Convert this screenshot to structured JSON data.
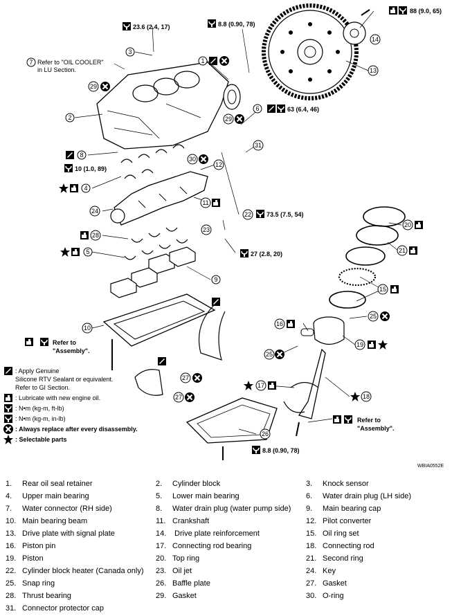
{
  "diagram": {
    "figure_code": "WBIA0552E",
    "callouts": {
      "c1": "1",
      "c2": "2",
      "c3": "3",
      "c4": "4",
      "c5": "5",
      "c6": "6",
      "c7": "7",
      "c8": "8",
      "c9": "9",
      "c10": "10",
      "c11": "11",
      "c12": "12",
      "c13": "13",
      "c14": "14",
      "c15": "15",
      "c16": "16",
      "c17": "17",
      "c18": "18",
      "c19": "19",
      "c20": "20",
      "c21": "21",
      "c22": "22",
      "c23": "23",
      "c24": "24",
      "c25a": "25",
      "c25b": "25",
      "c26": "26",
      "c27a": "27",
      "c27b": "27",
      "c28": "28",
      "c29a": "29",
      "c29b": "29",
      "c30": "30",
      "c31": "31"
    },
    "torques": {
      "t88": "88 (9.0, 65)",
      "t236": "23.6 (2.4, 17)",
      "t88b": "8.8 (0.90, 78)",
      "t63": "63 (6.4, 46)",
      "t10": "10 (1.0, 89)",
      "t735": "73.5 (7.5, 54)",
      "t27": "27 (2.8, 20)",
      "t88c": "8.8 (0.90, 78)"
    },
    "notes": {
      "oil_cooler_1": "Refer to \"OIL COOLER\"",
      "oil_cooler_2": "in LU Section.",
      "assembly1_1": "Refer to",
      "assembly1_2": "\"Assembly\".",
      "assembly2_1": "Refer to",
      "assembly2_2": "\"Assembly\"."
    }
  },
  "legend": [
    {
      "icon": "sealant-icon",
      "text": ": Apply Genuine\nSilicone RTV Sealant or equivalent.\nRefer to GI Section."
    },
    {
      "icon": "oil-can-icon",
      "text": ": Lubricate with new engine oil."
    },
    {
      "icon": "torque-wrench-icon",
      "text": ": N•m (kg-m, ft-lb)"
    },
    {
      "icon": "torque-wrench-small-icon",
      "text": ": N•m (kg-m, in-lb)"
    },
    {
      "icon": "replace-icon",
      "text": ": Always replace after every disassembly."
    },
    {
      "icon": "star-icon",
      "text": ": Selectable parts"
    }
  ],
  "parts": [
    {
      "n": "1.",
      "name": "Rear oil seal retainer"
    },
    {
      "n": "2.",
      "name": "Cylinder block"
    },
    {
      "n": "3.",
      "name": "Knock sensor"
    },
    {
      "n": "4.",
      "name": "Upper main bearing"
    },
    {
      "n": "5.",
      "name": "Lower main bearing"
    },
    {
      "n": "6.",
      "name": "Water drain plug (LH side)"
    },
    {
      "n": "7.",
      "name": "Water connector (RH side)"
    },
    {
      "n": "8.",
      "name": "Water drain plug (water pump side)"
    },
    {
      "n": "9.",
      "name": "Main bearing cap"
    },
    {
      "n": "10.",
      "name": "Main bearing beam"
    },
    {
      "n": "11.",
      "name": "Crankshaft"
    },
    {
      "n": "12.",
      "name": "Pilot converter"
    },
    {
      "n": "13.",
      "name": "Drive plate with signal plate"
    },
    {
      "n": "14.",
      "name": " Drive plate reinforcement"
    },
    {
      "n": "15.",
      "name": "Oil ring set"
    },
    {
      "n": "16.",
      "name": "Piston pin"
    },
    {
      "n": "17.",
      "name": "Connecting rod bearing"
    },
    {
      "n": "18.",
      "name": "Connecting rod"
    },
    {
      "n": "19.",
      "name": "Piston"
    },
    {
      "n": "20.",
      "name": "Top ring"
    },
    {
      "n": "21.",
      "name": "Second ring"
    },
    {
      "n": "22.",
      "name": "Cylinder block heater (Canada only)"
    },
    {
      "n": "23.",
      "name": "Oil jet"
    },
    {
      "n": "24.",
      "name": "Key"
    },
    {
      "n": "25.",
      "name": "Snap ring"
    },
    {
      "n": "26.",
      "name": "Baffle plate"
    },
    {
      "n": "27.",
      "name": "Gasket"
    },
    {
      "n": "28.",
      "name": "Thrust bearing"
    },
    {
      "n": "29.",
      "name": "Gasket"
    },
    {
      "n": "30.",
      "name": "O-ring"
    },
    {
      "n": "31.",
      "name": "Connector protector cap"
    }
  ]
}
